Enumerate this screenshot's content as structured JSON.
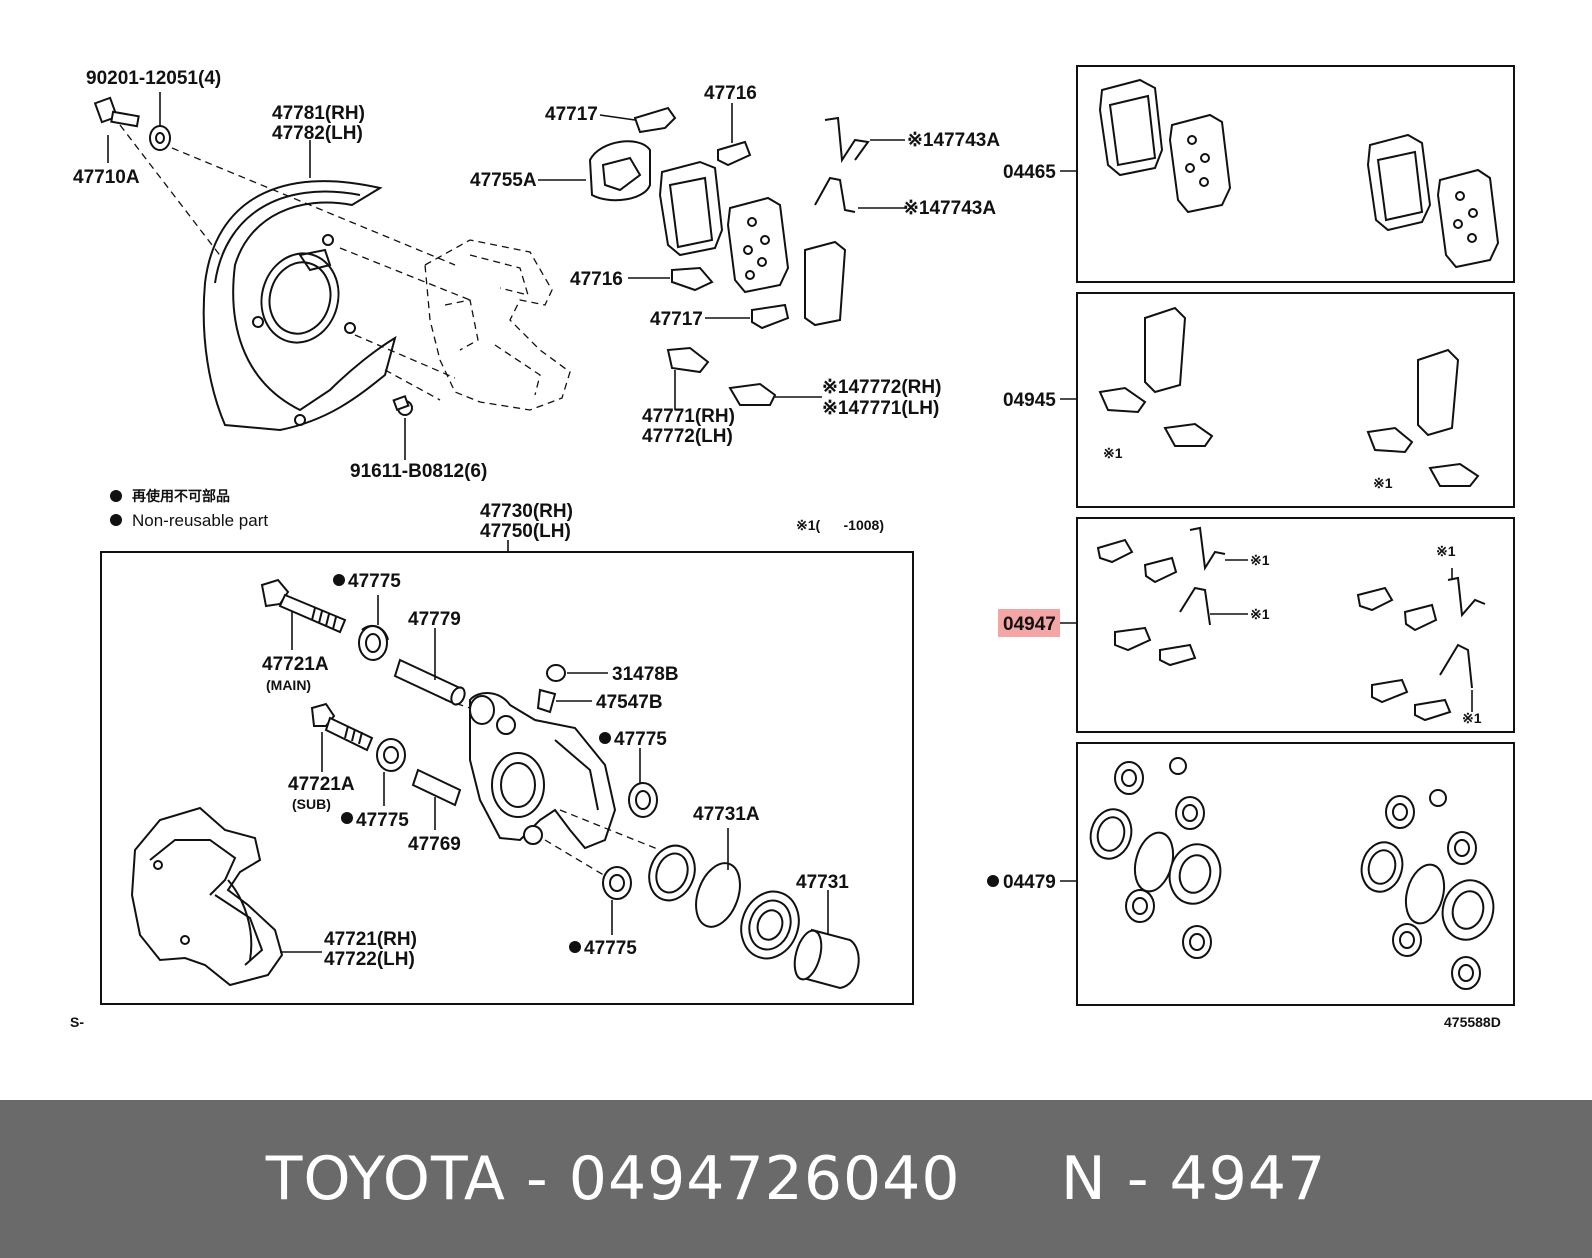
{
  "diagram": {
    "top_parts": {
      "bolt_washer": "90201-12051(4)",
      "dust_cover_rh": "47781(RH)",
      "dust_cover_lh": "47782(LH)",
      "bolt": "47710A",
      "screw": "91611-B0812(6)",
      "clip_47717_a": "47717",
      "clip_47716_a": "47716",
      "shim_plate": "47755A",
      "spring_1": "※147743A",
      "spring_2": "※147743A",
      "clip_47716_b": "47716",
      "clip_47717_b": "47717",
      "shim_1": "※147772(RH)",
      "shim_2": "※147771(LH)",
      "plate_rh": "47771(RH)",
      "plate_lh": "47772(LH)"
    },
    "legend": {
      "jp": "再使用不可部品",
      "en": "Non-reusable part",
      "note": "※1(      -1008)"
    },
    "caliper_box": {
      "assy_rh": "47730(RH)",
      "assy_lh": "47750(LH)",
      "p_47775_a": "47775",
      "p_47779": "47779",
      "p_47721A_main": "47721A",
      "main_label": "(MAIN)",
      "p_31478B": "31478B",
      "p_47547B": "47547B",
      "p_47775_b": "47775",
      "p_47721A_sub": "47721A",
      "sub_label": "(SUB)",
      "p_47775_c": "47775",
      "p_47769": "47769",
      "p_47731A": "47731A",
      "p_47731": "47731",
      "mount_rh": "47721(RH)",
      "mount_lh": "47722(LH)",
      "p_47775_d": "47775"
    },
    "kits": [
      {
        "label": "04465",
        "highlighted": false
      },
      {
        "label": "04945",
        "highlighted": false
      },
      {
        "label": "04947",
        "highlighted": true
      },
      {
        "label": "04479",
        "highlighted": false
      }
    ],
    "kit_marks": {
      "m1": "※1",
      "m2": "※1",
      "m3": "※1",
      "m4": "※1",
      "m5": "※1",
      "m6": "※1",
      "m7": "※1"
    },
    "corner_left": "S-",
    "diagram_code": "475588D",
    "highlight_color": "#f4a6a6"
  },
  "footer": {
    "text": "TOYOTA - 0494726040     N - 4947"
  }
}
